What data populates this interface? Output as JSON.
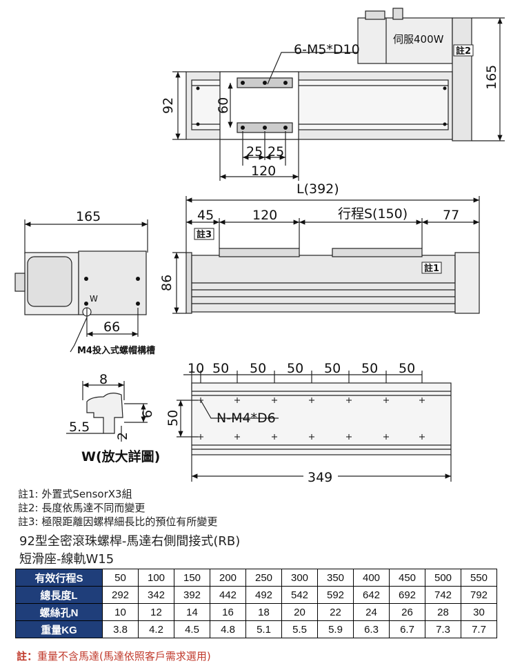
{
  "dims": {
    "hole_spec_top": "6-M5*D10",
    "motor_label": "伺服400W",
    "note2_box": "註2",
    "height_165_right": "165",
    "height_92": "92",
    "height_60": "60",
    "pitch_25a": "25",
    "pitch_25b": "25",
    "width_120_top": "120",
    "length_L": "L(392)",
    "side_165": "165",
    "seg_45": "45",
    "seg_120": "120",
    "stroke_label": "行程S(150)",
    "seg_77": "77",
    "note3_box": "註3",
    "note1_box": "註1",
    "height_86": "86",
    "w_marker": "W",
    "width_66": "66",
    "m4_slot_label": "M4投入式螺帽構槽",
    "rail_10": "10",
    "rail_50_1": "50",
    "rail_50_2": "50",
    "rail_50_3": "50",
    "rail_50_4": "50",
    "rail_50_5": "50",
    "rail_50_6": "50",
    "rail_hole_spec": "N-M4*D6",
    "rail_height_50": "50",
    "rail_length_349": "349",
    "detail_8": "8",
    "detail_6": "6",
    "detail_5_5": "5.5",
    "detail_2": "2",
    "detail_caption": "W(放大詳圖)"
  },
  "notes": [
    "註1: 外置式SensorX3組",
    "註2: 長度依馬達不同而變更",
    "註3: 極限距離因螺桿細長比的預位有所變更"
  ],
  "title_line1": "92型全密滾珠螺桿-馬達右側間接式(RB)",
  "title_line2": "短滑座-線軌W15",
  "table": {
    "rows": [
      {
        "header": "有效行程S",
        "values": [
          "50",
          "100",
          "150",
          "200",
          "250",
          "300",
          "350",
          "400",
          "450",
          "500",
          "550"
        ]
      },
      {
        "header": "總長度L",
        "values": [
          "292",
          "342",
          "392",
          "442",
          "492",
          "542",
          "592",
          "642",
          "692",
          "742",
          "792"
        ]
      },
      {
        "header": "螺絲孔N",
        "values": [
          "10",
          "12",
          "14",
          "16",
          "18",
          "20",
          "22",
          "24",
          "26",
          "28",
          "30"
        ]
      },
      {
        "header": "重量KG",
        "values": [
          "3.8",
          "4.2",
          "4.5",
          "4.8",
          "5.1",
          "5.5",
          "5.9",
          "6.3",
          "6.7",
          "7.3",
          "7.7"
        ]
      }
    ]
  },
  "footnote_prefix": "註：",
  "footnote_text": "重量不含馬達(馬達依照客戶需求選用)",
  "colors": {
    "table_header": "#1f3e7a",
    "footnote": "#c0392b",
    "body_fill": "#e9e9e9"
  }
}
